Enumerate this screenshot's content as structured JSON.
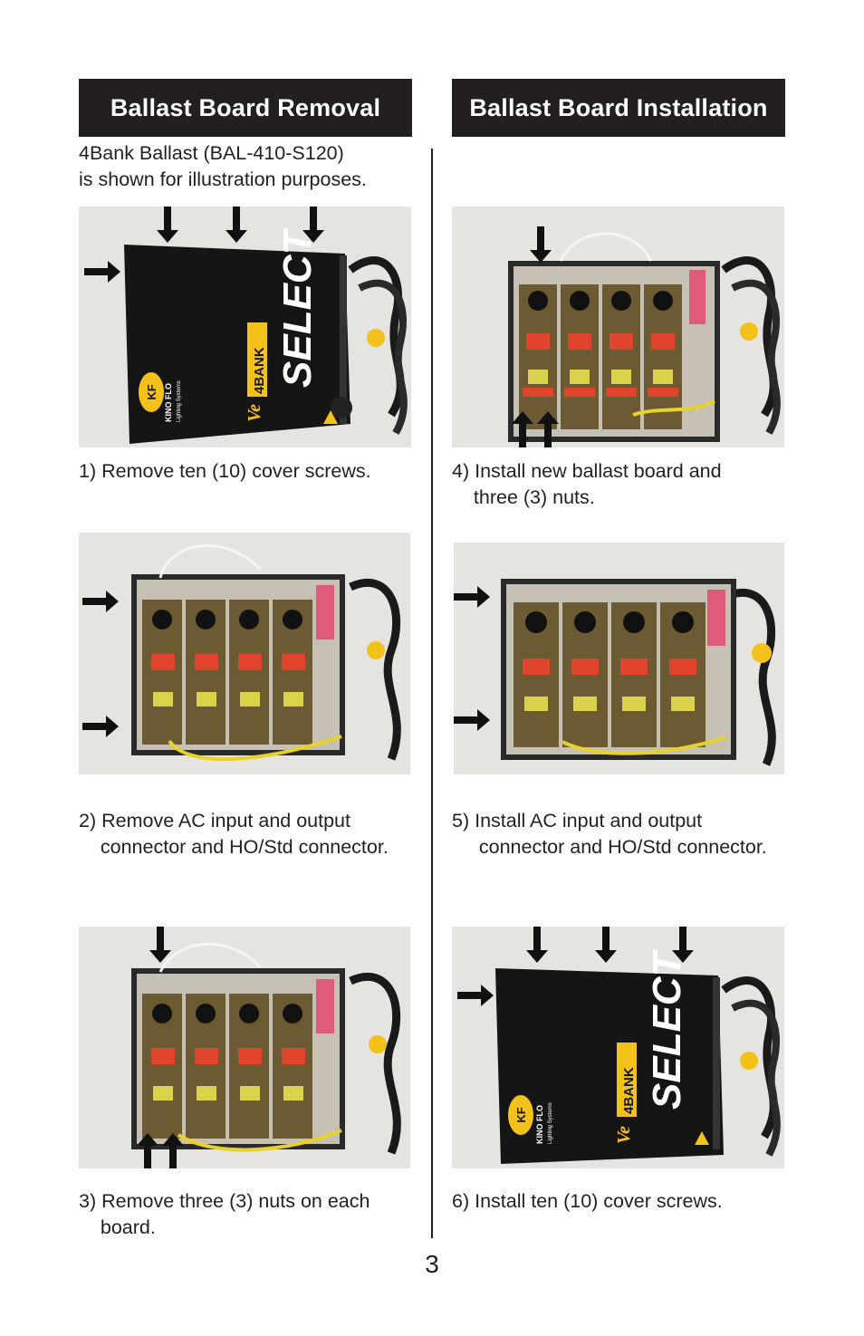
{
  "removal": {
    "title": "Ballast Board Removal",
    "intro": "4Bank Ballast (BAL-410-S120)\nis shown for illustration purposes.",
    "steps": [
      "1) Remove ten (10) cover screws.",
      "2) Remove AC input and output\n    connector and HO/Std connector.",
      "3) Remove three (3) nuts on each\n    board."
    ]
  },
  "installation": {
    "title": "Ballast Board Installation",
    "steps": [
      "4) Install new ballast board and\n    three (3) nuts.",
      "5) Install AC input and output\n     connector and HO/Std connector.",
      "6) Install ten (10) cover screws."
    ]
  },
  "cover_label": {
    "brand": "KINO FLO",
    "brand_sub": "Lighting Systems",
    "logo": "KF",
    "model_prefix": "Ve",
    "model_bank": "4BANK",
    "model_name": "SELECT"
  },
  "page_number": "3",
  "colors": {
    "header_bg": "#231f20",
    "cover": "#151515",
    "board": "#6b5a32",
    "capacitor": "#e0452c",
    "accent_yellow": "#f2c21a"
  }
}
